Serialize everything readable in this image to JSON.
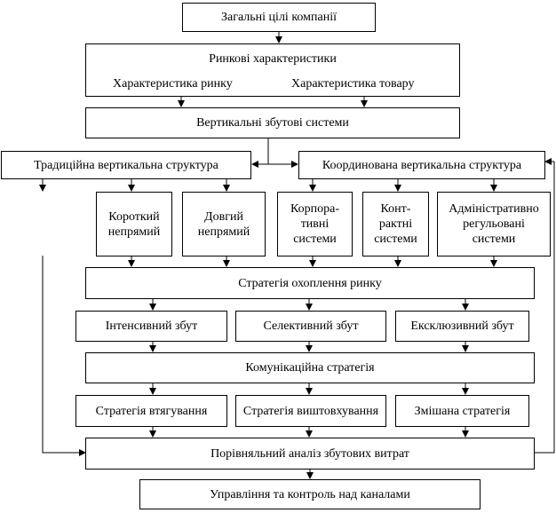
{
  "nodes": {
    "company_goals": "Загальні цілі компанії",
    "market_characteristics": {
      "title": "Ринкові характеристики",
      "market": "Характеристика ринку",
      "product": "Характеристика товару"
    },
    "vertical_systems": "Вертикальні збутові системи",
    "traditional": "Традиційна вертикальна структура",
    "coordinated": "Координована вертикальна структура",
    "short_indirect": "Короткий\nнепрямий",
    "long_indirect": "Довгий\nнепрямий",
    "corporate": "Корпора-\nтивні\nсистеми",
    "contractual": "Конт-\nрактні\nсистеми",
    "administrative": "Адміністративно\nрегульовані\nсистеми",
    "coverage_strategy": "Стратегія охоплення ринку",
    "intensive": "Інтенсивний збут",
    "selective": "Селективний збут",
    "exclusive": "Ексклюзивний збут",
    "communication_strategy": "Комунікаційна стратегія",
    "pull": "Стратегія втягування",
    "push": "Стратегія виштовхування",
    "mixed": "Змішана стратегія",
    "cost_analysis": "Порівняльний аналіз збутових витрат",
    "channel_control": "Управління та контроль над каналами"
  }
}
